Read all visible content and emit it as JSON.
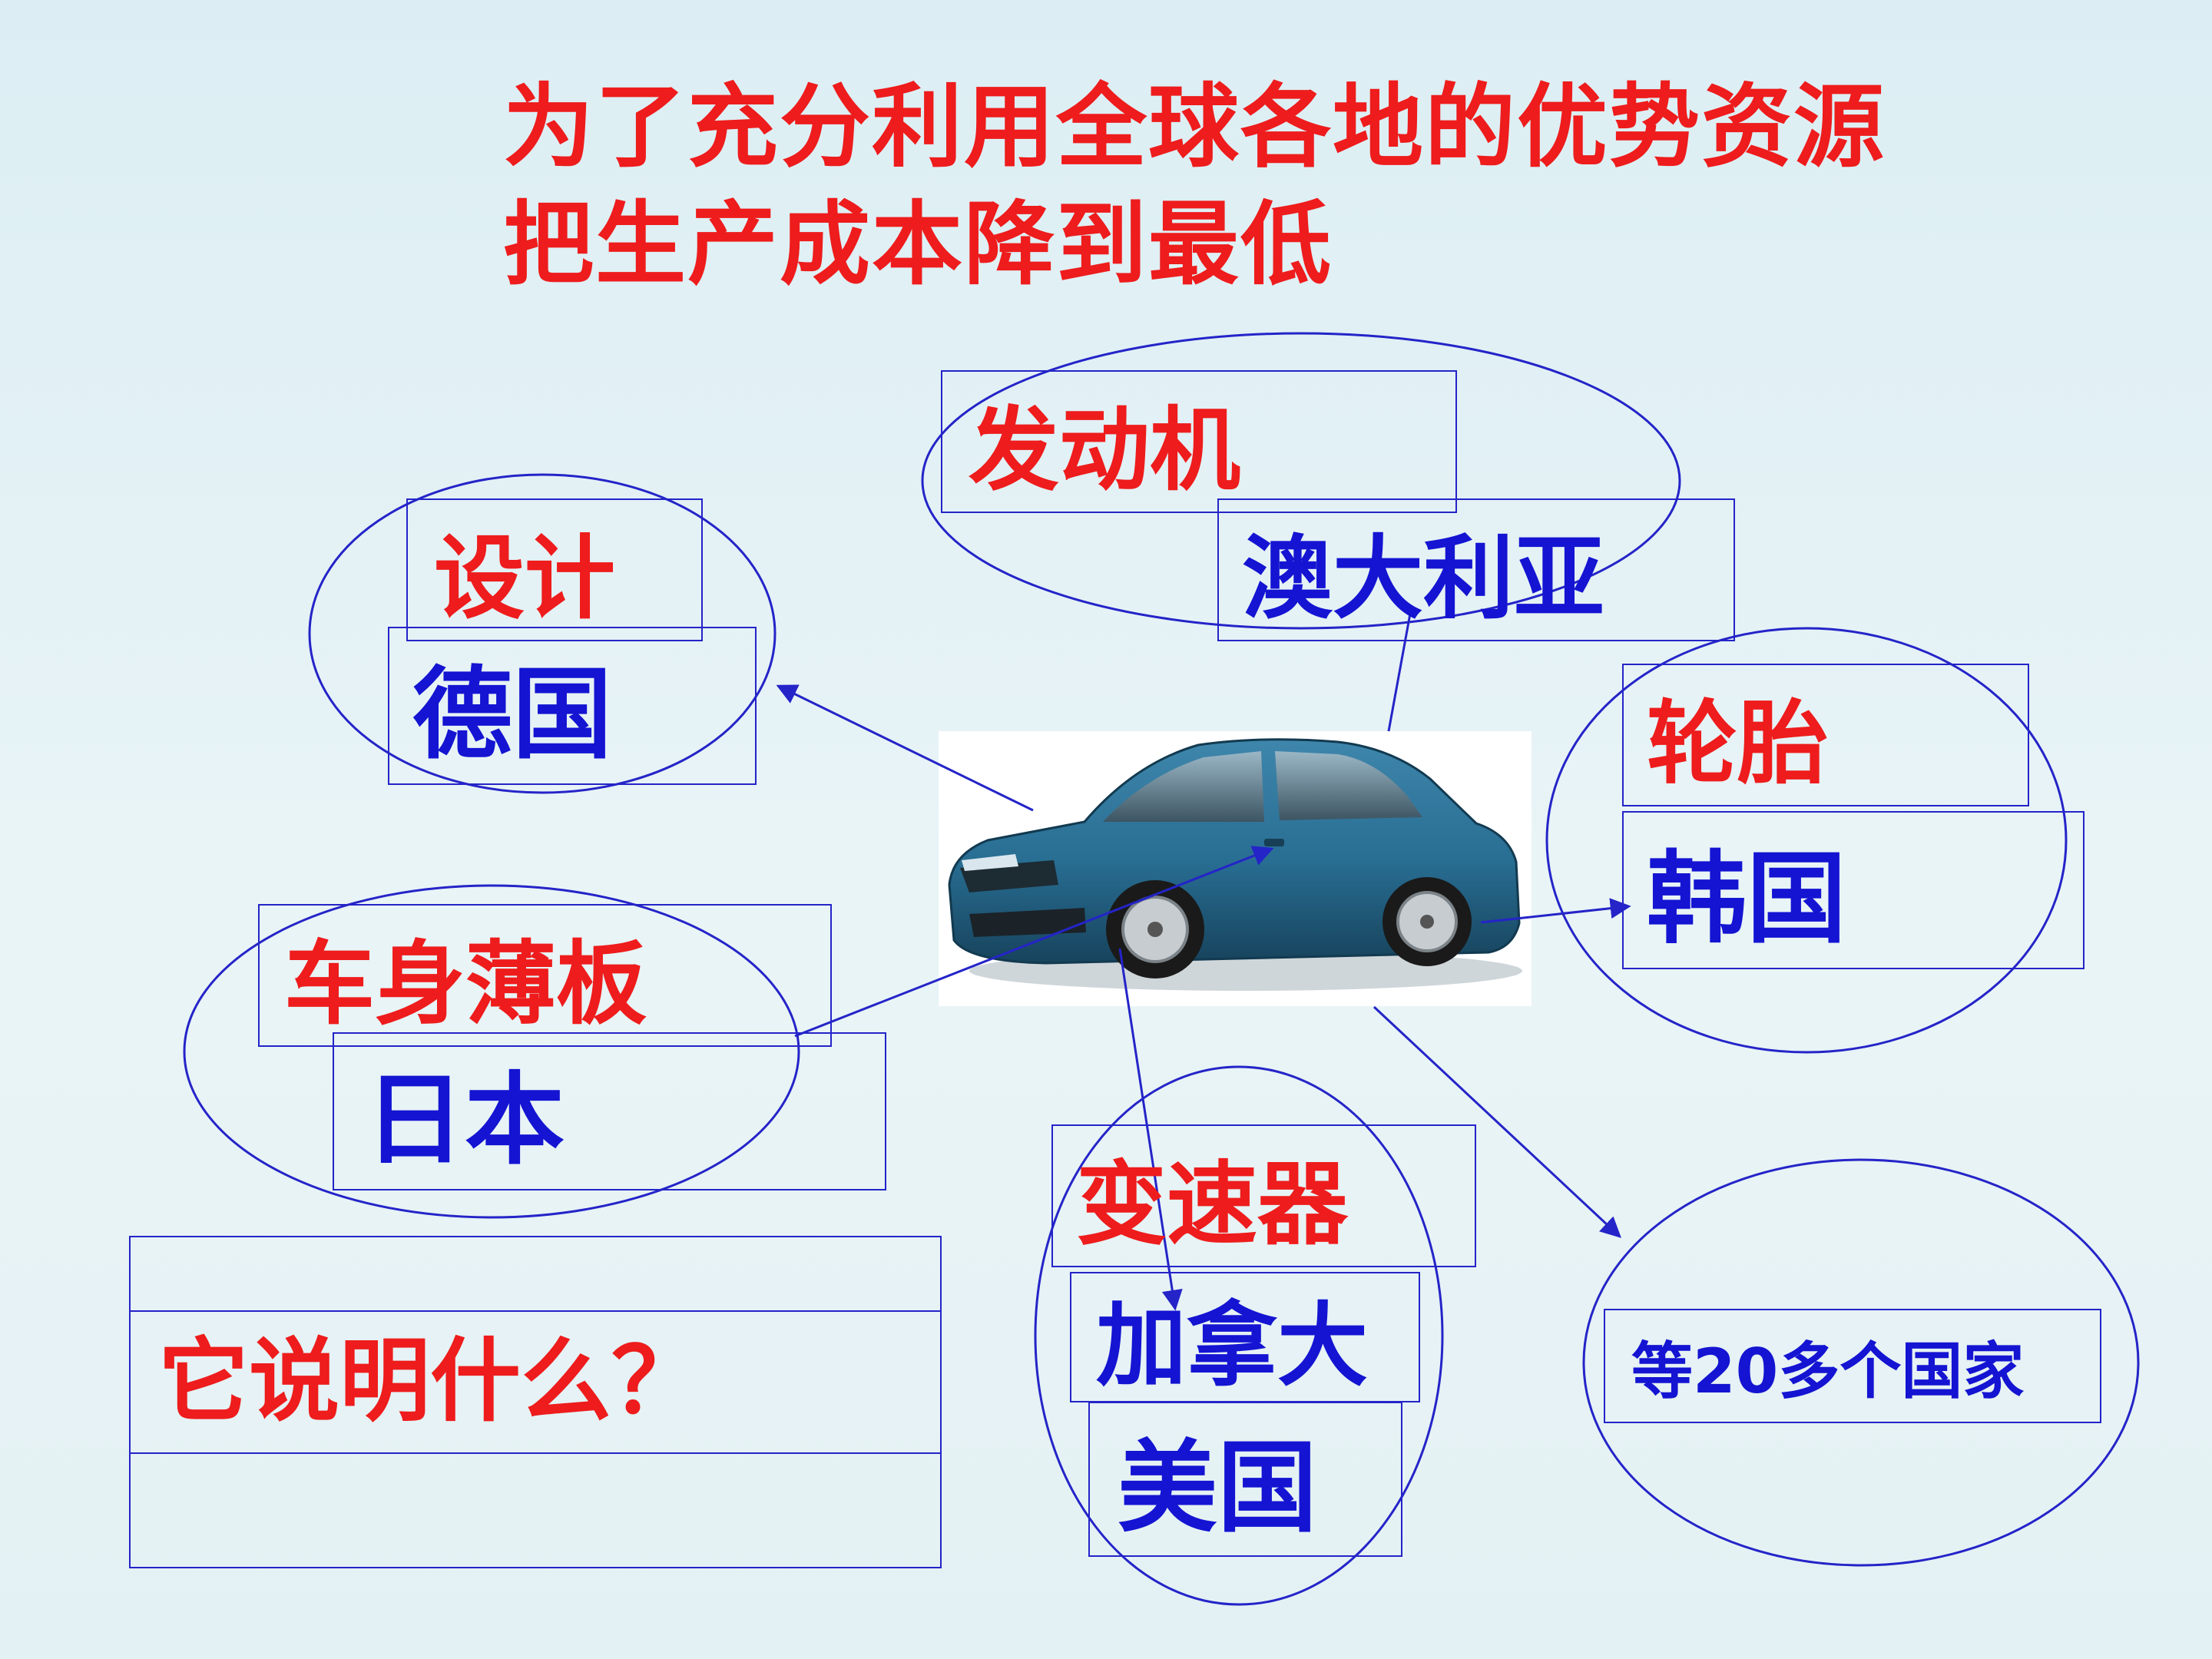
{
  "title": {
    "line1": "为了充分利用全球各地的优势资源",
    "line2": "把生产成本降到最低"
  },
  "colors": {
    "part_text": "#ee1c1c",
    "country_text": "#1414d2",
    "outline": "#2424c8"
  },
  "nodes": {
    "engine": {
      "part": "发动机",
      "country": "澳大利亚"
    },
    "design": {
      "part": "设计",
      "country": "德国"
    },
    "tires": {
      "part": "轮胎",
      "country": "韩国"
    },
    "body_panel": {
      "part": "车身薄板",
      "country": "日本"
    },
    "transmission": {
      "part": "变速器",
      "country1": "加拿大",
      "country2": "美国"
    },
    "others": {
      "label": "等20多个国家"
    }
  },
  "question": {
    "text": "它说明什么？"
  },
  "car": {
    "image": "blue-coupe-car"
  }
}
